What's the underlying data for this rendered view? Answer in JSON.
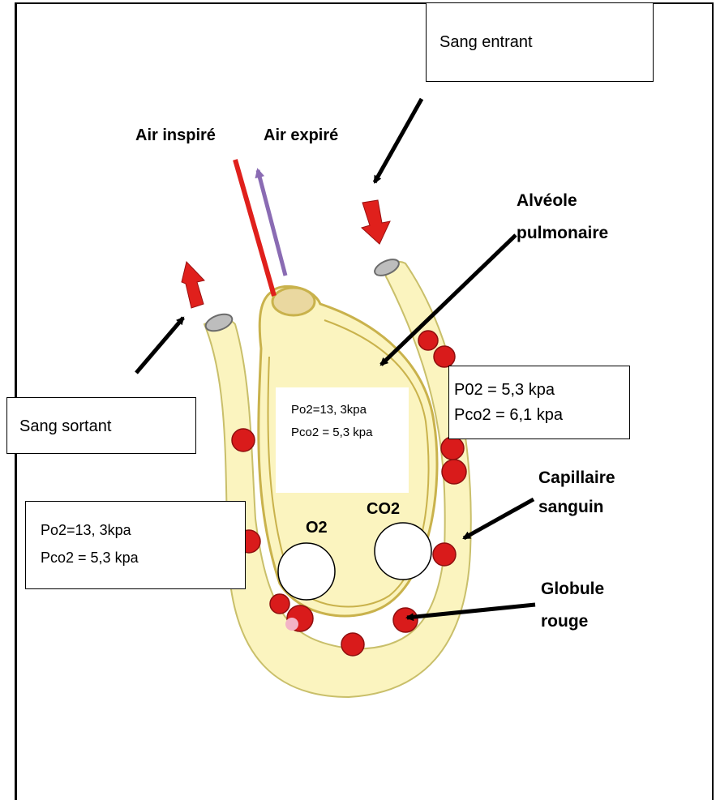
{
  "labels": {
    "air_inspire": "Air inspiré",
    "air_expire": "Air expiré",
    "alveole_line1": "Alvéole",
    "alveole_line2": "pulmonaire",
    "capillaire_line1": "Capillaire",
    "capillaire_line2": "sanguin",
    "globule_line1": "Globule",
    "globule_line2": "rouge",
    "o2": "O2",
    "co2": "CO2"
  },
  "boxes": {
    "sang_entrant": "Sang entrant",
    "sang_sortant": "Sang sortant",
    "alveole_po2": "Po2=13, 3kpa",
    "alveole_pco2": "Pco2 = 5,3 kpa",
    "entrant_po2": "P02 = 5,3 kpa",
    "entrant_pco2": "Pco2 = 6,1 kpa",
    "sortant_po2": "Po2=13, 3kpa",
    "sortant_pco2": "Pco2 = 5,3 kpa"
  },
  "colors": {
    "capillary_fill": "#fbf4bf",
    "capillary_stroke": "#c9bf6a",
    "red_cell": "#d91b1b",
    "arrow_red": "#e0201c",
    "arrow_purple": "#8a6bb3",
    "black": "#000000"
  }
}
